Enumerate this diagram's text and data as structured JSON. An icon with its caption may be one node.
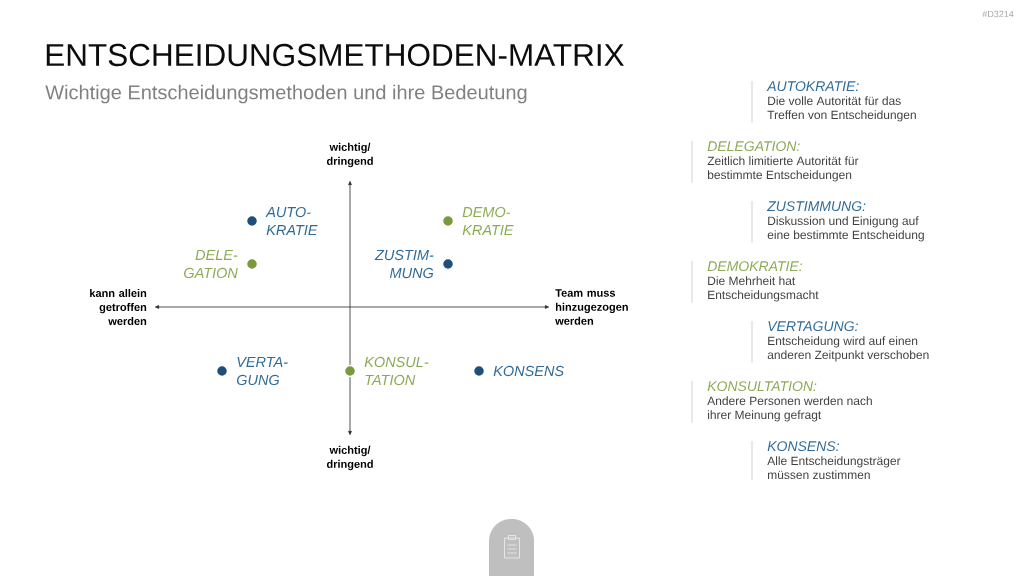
{
  "diagram": {
    "title": "ENTSCHEIDUNGSMETHODEN-MATRIX",
    "nodes": [
      {
        "text": [],
        "shape": "circle",
        "beside": [
          "AUTO- KRATIE"
        ]
      },
      {
        "text": [],
        "shape": "circle",
        "beside": [
          "DEMO- KRATIE"
        ]
      },
      {
        "text": [],
        "shape": "circle",
        "beside": [
          "DELE- GATION"
        ]
      },
      {
        "text": [],
        "shape": "circle",
        "beside": [
          "ZUSTIM- MUNG"
        ]
      },
      {
        "text": [],
        "shape": "circle",
        "beside": [
          "VERTA- GUNG"
        ]
      },
      {
        "text": [],
        "shape": "circle",
        "beside": [
          "KONSUL- TATION"
        ]
      },
      {
        "text": [],
        "shape": "circle",
        "beside": [
          "KONSENS"
        ]
      },
      {
        "text": [
          "AUTOKRATIE:",
          "Die volle Autorität für das Treffen von Entscheidungen"
        ]
      },
      {
        "text": [
          "DELEGATION:",
          "Zeitlich limitierte Autorität für bestimmte Entscheidungen"
        ]
      },
      {
        "text": [
          "ZUSTIMMUNG:",
          "Diskussion und Einigung auf eine bestimmte Entscheidung"
        ]
      },
      {
        "text": [
          "DEMOKRATIE:",
          "Die Mehrheit hat Entscheidungsmacht"
        ]
      },
      {
        "text": [
          "VERTAGUNG:",
          "Entscheidung wird auf einen anderen Zeitpunkt verschoben"
        ]
      },
      {
        "text": [
          "KONSULTATION:",
          "Andere Personen werden nach ihrer Meinung gefragt"
        ]
      },
      {
        "text": [
          "KONSENS:",
          "Alle Entscheidungsträger müssen zustimmen"
        ]
      }
    ],
    "labels": [
      "#D3214",
      "Wichtige Entscheidungsmethoden und ihre Bedeutung",
      "wichtig/ dringend",
      "kann allein getroffen werden",
      "Team muss hinzugezogen werden",
      "wichtig/ dringend"
    ]
  }
}
